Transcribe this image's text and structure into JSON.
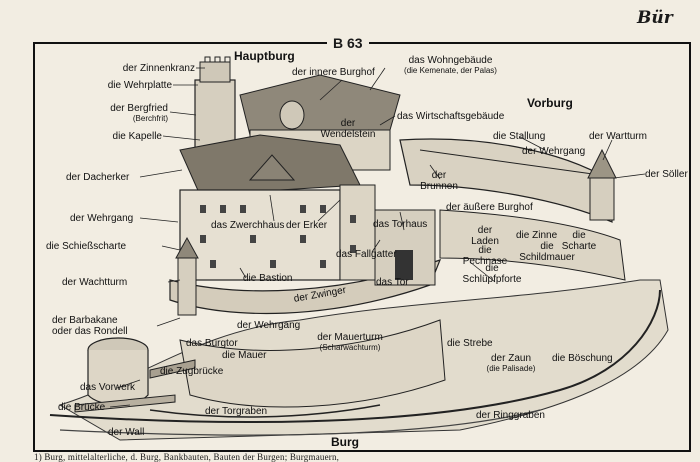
{
  "header": {
    "section_label": "Bür",
    "plate_number": "B 63",
    "caption_line": "1) Burg, mittelalterliche, d. Burg, Bankbauten, Bauten der Burgen; Burgmauern,"
  },
  "titles": {
    "hauptburg": "Hauptburg",
    "vorburg": "Vorburg",
    "burg": "Burg"
  },
  "labels": {
    "zinnenkranz": "der Zinnenkranz",
    "wehrplatte": "die Wehrplatte",
    "bergfried": "der Bergfried",
    "bergfried_sub": "(Berchfrit)",
    "kapelle": "die Kapelle",
    "dacherker": "der Dacherker",
    "wehrgang_left": "der Wehrgang",
    "schiessscharte": "die Schießscharte",
    "wachtturm": "der Wachtturm",
    "barbakane": "der Barbakane",
    "rondell": "oder das Rondell",
    "vorwerk": "das Vorwerk",
    "bruecke": "die Brücke",
    "wall": "der Wall",
    "innerer_burghof": "der innere Burghof",
    "wohngebaeude": "das Wohngebäude",
    "wohngebaeude_sub": "(die Kemenate, der Palas)",
    "wendelstein_der": "der",
    "wendelstein": "Wendelstein",
    "wirtschaftsgebaeude": "das Wirtschaftsgebäude",
    "stallung": "die Stallung",
    "wartturm": "der Wartturm",
    "wehrgang_right": "der Wehrgang",
    "soeller": "der Söller",
    "brunnen_der": "der",
    "brunnen": "Brunnen",
    "aeusserer_burghof": "der äußere Burghof",
    "zwerchhaus": "das Zwerchhaus",
    "erker": "der Erker",
    "torhaus": "das Torhaus",
    "laden_der": "der",
    "laden": "Laden",
    "zinne": "die Zinne",
    "scharte_die": "die",
    "scharte": "Scharte",
    "pechnase_die": "die",
    "pechnase": "Pechnase",
    "schildmauer_die": "die",
    "schildmauer": "Schildmauer",
    "fallgatter": "das Fallgatter",
    "tor": "das Tor",
    "schluepfpforte_die": "die",
    "schluepfpforte": "Schlüpfpforte",
    "bastion": "die Bastion",
    "zwinger": "der Zwinger",
    "wehrgang_lower": "der Wehrgang",
    "mauerturm": "der Mauerturm",
    "mauerturm_sub": "(Scharwachturm)",
    "burgtor": "das Burgtor",
    "mauer": "die Mauer",
    "zugbruecke": "die Zugbrücke",
    "strebe": "die Strebe",
    "zaun": "der Zaun",
    "zaun_sub": "(die Palisade)",
    "boeschung": "die Böschung",
    "torgraben": "der Torgraben",
    "ringgraben": "der Ringgraben"
  }
}
